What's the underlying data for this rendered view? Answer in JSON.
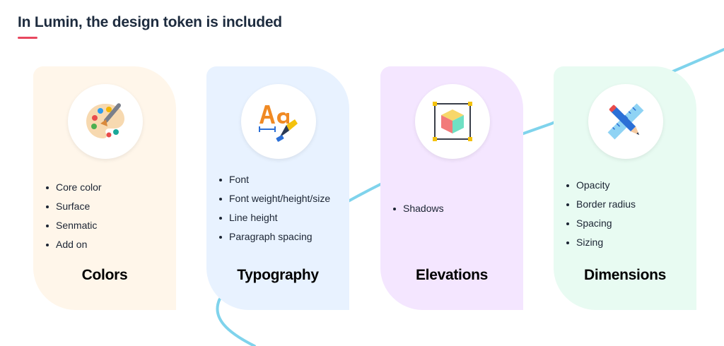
{
  "header": {
    "title": "In Lumin, the design token is included"
  },
  "colors": {
    "accent": "#e8475f",
    "line": "#7fd3ec"
  },
  "cards": [
    {
      "icon": "palette-icon",
      "title": "Colors",
      "items": [
        "Core color",
        "Surface",
        "Senmatic",
        "Add on"
      ]
    },
    {
      "icon": "typography-icon",
      "title": "Typography",
      "items": [
        "Font",
        "Font weight/height/size",
        "Line height",
        "Paragraph spacing"
      ]
    },
    {
      "icon": "cube-icon",
      "title": "Elevations",
      "items": [
        "Shadows"
      ]
    },
    {
      "icon": "ruler-pencil-icon",
      "title": "Dimensions",
      "items": [
        "Opacity",
        "Border radius",
        "Spacing",
        "Sizing"
      ]
    }
  ]
}
